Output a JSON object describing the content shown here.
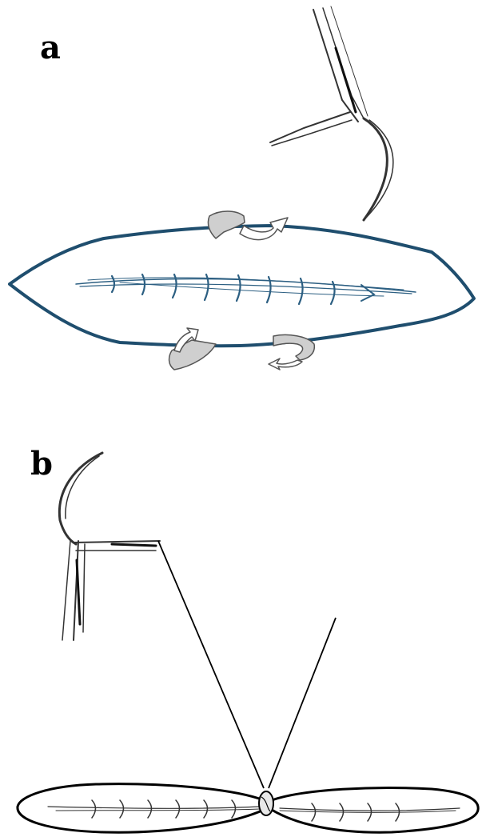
{
  "panels": [
    {
      "id": "a",
      "label": "a"
    },
    {
      "id": "b",
      "label": "b"
    }
  ],
  "colors": {
    "wound_outline": "#1f4e6e",
    "suture": "#2c5f82",
    "arrow_fill": "#cfcfcf",
    "arrow_stroke": "#555555",
    "instrument": "#333333",
    "line": "#000000"
  },
  "icons": {
    "needle_holder": "needle-holder-icon",
    "rotation_arrow": "curved-arrow-icon",
    "knot": "knot-icon"
  }
}
